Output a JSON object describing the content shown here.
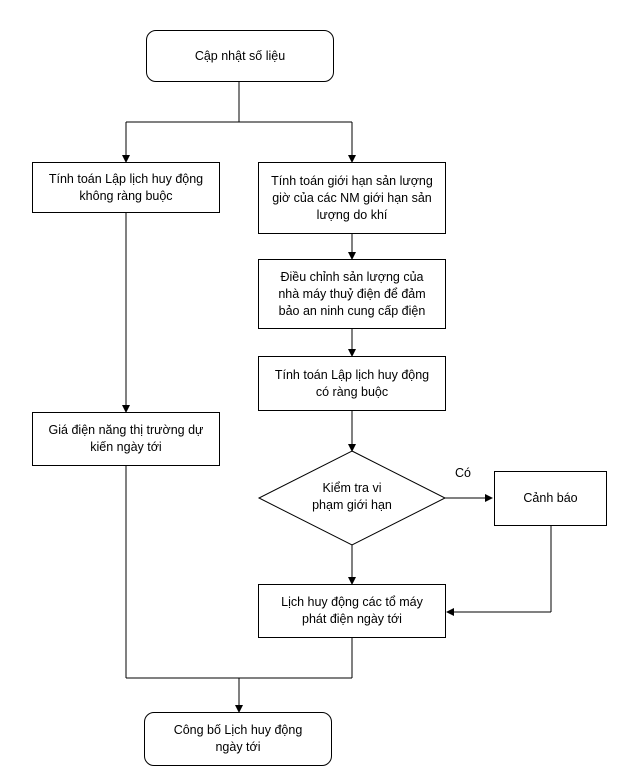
{
  "nodes": {
    "start": "Cập nhật số liệu",
    "calc_unconstrained": "Tính toán Lập lịch huy động\nkhông ràng buộc",
    "calc_gas_limit": "Tính toán giới hạn sản lượng\ngiờ của các NM giới hạn sản\nlượng do khí",
    "adjust_hydro": "Điều chỉnh sản lượng của\nnhà máy thuỷ điện để đảm\nbảo an ninh cung cấp điện",
    "calc_constrained": "Tính toán Lập lịch huy động\ncó ràng buộc",
    "price_forecast": "Giá điện năng thị trường dự\nkiến ngày tới",
    "check_violation": "Kiểm tra vi\nphạm giới hạn",
    "warning": "Cảnh báo",
    "schedule_units": "Lịch huy động các tổ máy\nphát điện ngày tới",
    "publish": "Công bố Lịch huy động\nngày tới"
  },
  "edge_labels": {
    "yes": "Có"
  }
}
